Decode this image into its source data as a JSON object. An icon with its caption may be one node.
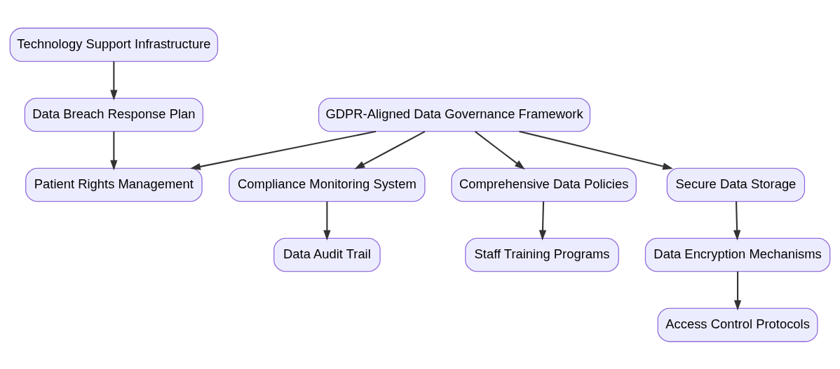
{
  "diagram": {
    "nodes": [
      {
        "text": [
          "Technology Support Infrastructure"
        ]
      },
      {
        "text": [
          "Data Breach Response Plan"
        ]
      },
      {
        "text": [
          "GDPR-Aligned Data Governance Framework"
        ]
      },
      {
        "text": [
          "Compliance Monitoring System"
        ]
      },
      {
        "text": [
          "Patient Rights Management"
        ]
      },
      {
        "text": [
          "Comprehensive Data Policies"
        ]
      },
      {
        "text": [
          "Secure Data Storage"
        ]
      },
      {
        "text": [
          "Data Audit Trail"
        ]
      },
      {
        "text": [
          "Staff Training Programs"
        ]
      },
      {
        "text": [
          "Data Encryption Mechanisms"
        ]
      },
      {
        "text": [
          "Access Control Protocols"
        ]
      }
    ],
    "edges": [
      {
        "from": 0,
        "to": 1,
        "arrow": "to"
      },
      {
        "from": 1,
        "to": 4,
        "arrow": "to"
      },
      {
        "from": 2,
        "to": 3,
        "arrow": "to"
      },
      {
        "from": 2,
        "to": 4,
        "arrow": "to"
      },
      {
        "from": 2,
        "to": 5,
        "arrow": "to"
      },
      {
        "from": 2,
        "to": 6,
        "arrow": "to"
      },
      {
        "from": 3,
        "to": 7,
        "arrow": "to"
      },
      {
        "from": 5,
        "to": 8,
        "arrow": "to"
      },
      {
        "from": 6,
        "to": 9,
        "arrow": "to"
      },
      {
        "from": 9,
        "to": 10,
        "arrow": "to"
      }
    ]
  }
}
